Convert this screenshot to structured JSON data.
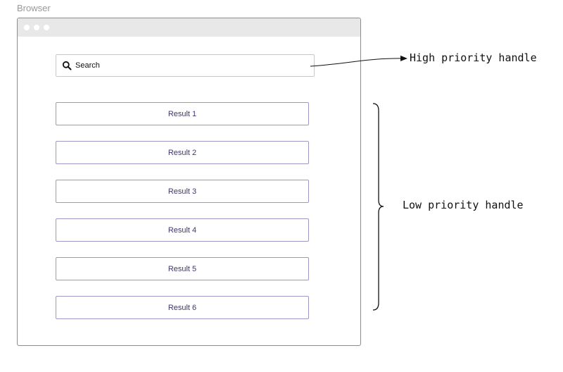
{
  "diagram": {
    "caption": "Browser",
    "search": {
      "label": "Search",
      "icon": "search-icon"
    },
    "results": [
      "Result 1",
      "Result 2",
      "Result 3",
      "Result 4",
      "Result 5",
      "Result 6"
    ],
    "annotations": {
      "high": "High priority handle",
      "low": "Low priority handle"
    },
    "colors": {
      "result_border": "#9e98c4",
      "result_text": "#3c3670",
      "titlebar": "#e8e8e8"
    }
  }
}
